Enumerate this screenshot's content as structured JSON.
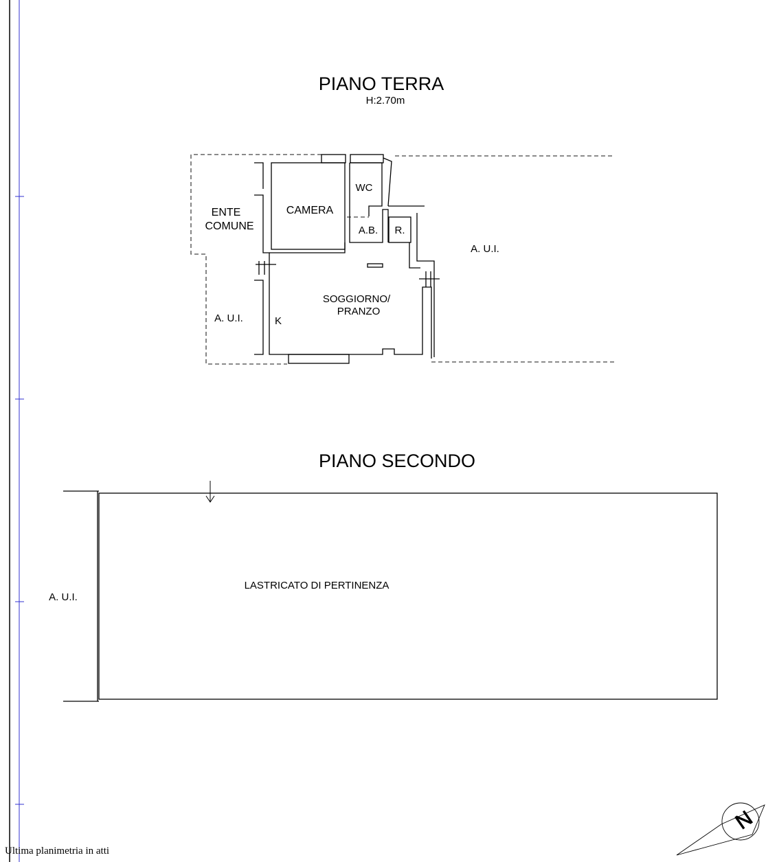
{
  "ground_floor": {
    "title": "PIANO TERRA",
    "height": "H:2.70m",
    "rooms": {
      "camera": "CAMERA",
      "wc": "WC",
      "ab": "A.B.",
      "r": "R.",
      "living1": "SOGGIORNO/",
      "living2": "PRANZO",
      "k": "K"
    },
    "neighbors": {
      "ente1": "ENTE",
      "ente2": "COMUNE",
      "aui_left": "A. U.I.",
      "aui_right": "A. U.I."
    }
  },
  "second_floor": {
    "title": "PIANO SECONDO",
    "area": "LASTRICATO DI PERTINENZA",
    "aui": "A. U.I."
  },
  "footer": {
    "note": "Ultima planimetria in atti"
  },
  "compass": {
    "label": "N"
  }
}
